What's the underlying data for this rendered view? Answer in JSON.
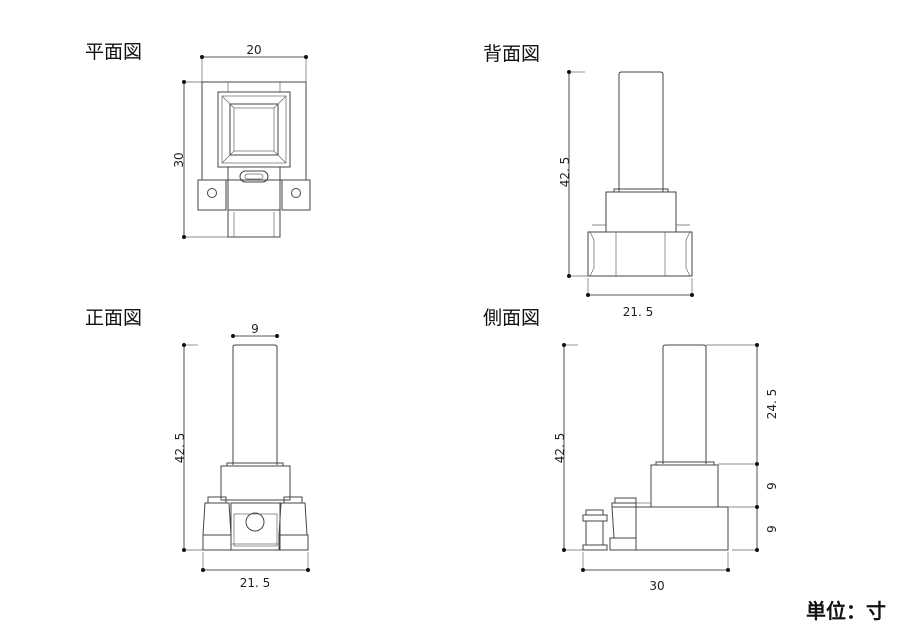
{
  "views": {
    "plan": {
      "title": "平面図",
      "width_dim": "20",
      "depth_dim": "30"
    },
    "back": {
      "title": "背面図",
      "height_dim": "42. 5",
      "width_dim": "21. 5"
    },
    "front": {
      "title": "正面図",
      "rod_dim": "9",
      "height_dim": "42. 5",
      "width_dim": "21. 5"
    },
    "side": {
      "title": "側面図",
      "height_dim": "42. 5",
      "rod_height_dim": "24. 5",
      "collar_dim": "9",
      "base_dim": "9",
      "depth_dim": "30"
    }
  },
  "unit_label": "単位：寸"
}
